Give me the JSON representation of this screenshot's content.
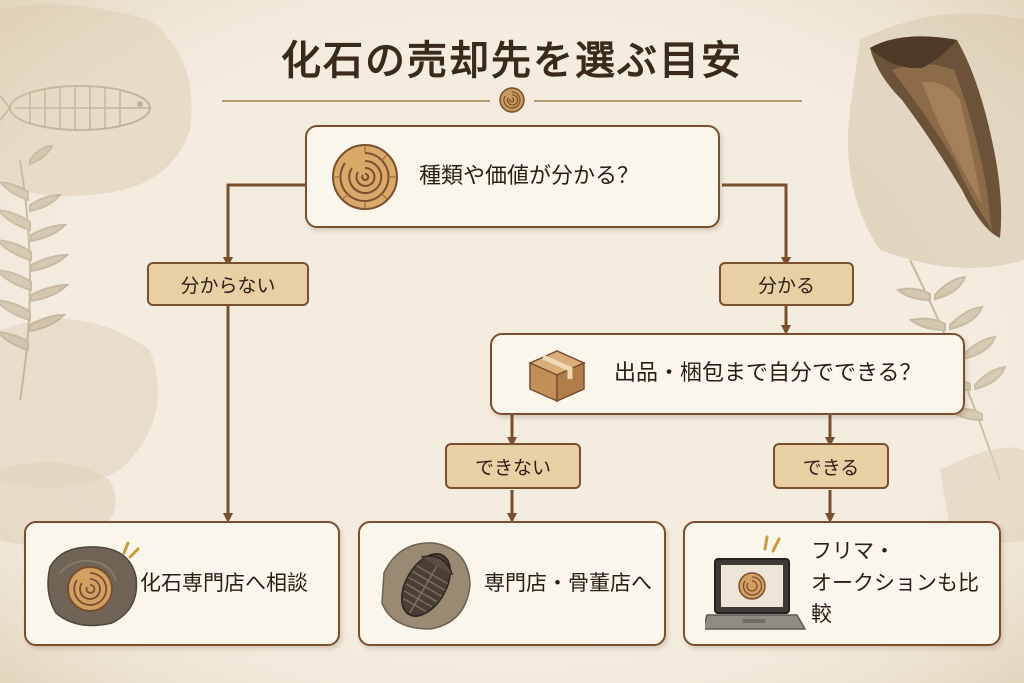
{
  "title": "化石の売却先を選ぶ目安",
  "colors": {
    "line": "#7a4f2f",
    "pill": "#e9cfa4",
    "box": "#fbf6ec",
    "background": "#f2eadb"
  },
  "question1": {
    "text": "種類や価値が分かる？",
    "icon": "ammonite-icon"
  },
  "branch_no1": {
    "label": "分からない"
  },
  "branch_yes1": {
    "label": "分かる"
  },
  "question2": {
    "text": "出品・梱包まで自分でできる？",
    "icon": "cardboard-box-icon"
  },
  "branch_no2": {
    "label": "できない"
  },
  "branch_yes2": {
    "label": "できる"
  },
  "result1": {
    "text": "化石専門店へ相談",
    "icon": "ammonite-fossil-rock-icon"
  },
  "result2": {
    "text": "専門店・骨董店へ",
    "icon": "trilobite-fossil-icon"
  },
  "result3": {
    "line1": "フリマ・",
    "line2": "オークションも比較",
    "icon": "laptop-icon"
  }
}
